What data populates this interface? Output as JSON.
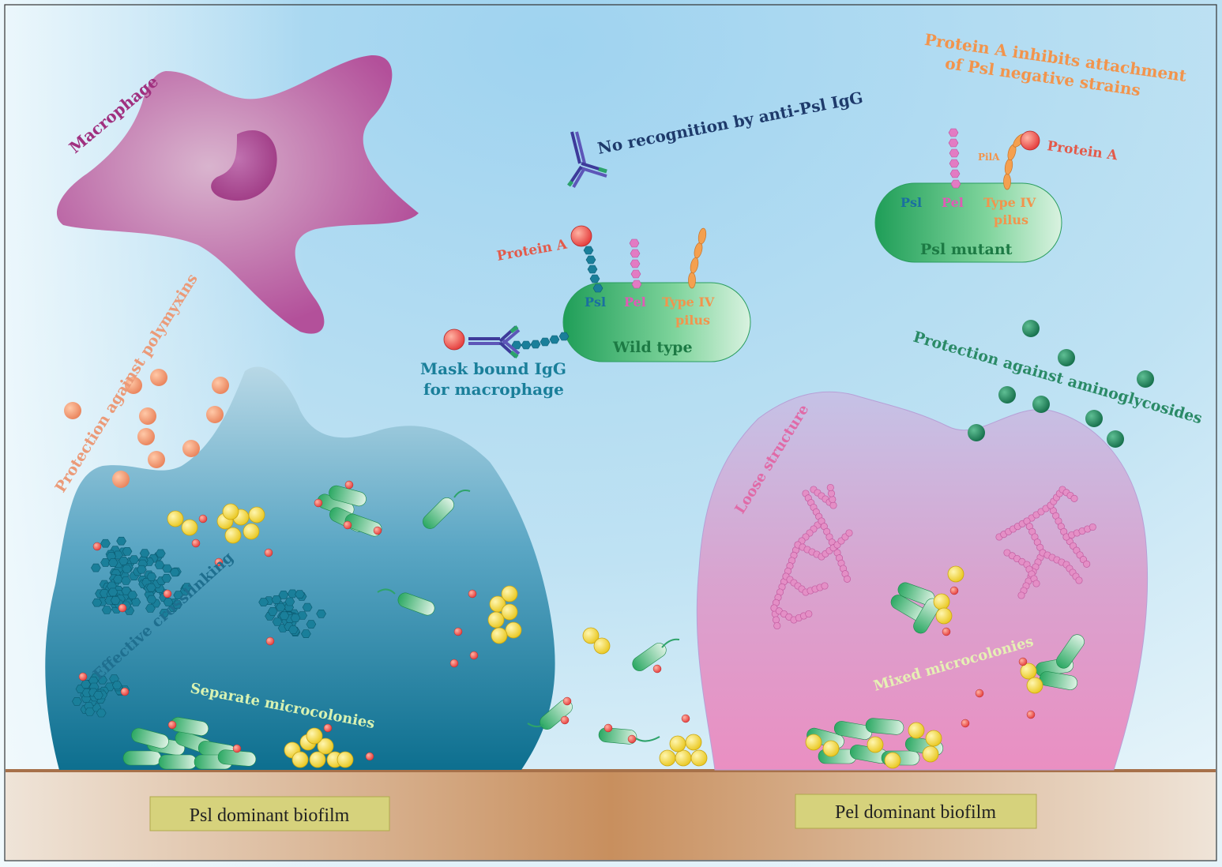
{
  "colors": {
    "background_top": "#a9d6ef",
    "macrophage": "#b9559a",
    "psl_biofilm": "#1e7fa0",
    "pel_biofilm": "#d98cc0",
    "bacteria": "#3dbb6e",
    "cocci": "#f3d43a",
    "red_particle": "#ef4b4b",
    "polymyxin": "#e98a5e",
    "aminoglycoside": "#1f8a5e",
    "substrate": "#c98e5e",
    "label_box": "#d9d57a"
  },
  "labels": {
    "macrophage": "Macrophage",
    "no_recognition": "No recognition by anti-Psl IgG",
    "protein_a_title_line1": "Protein A inhibits attachment",
    "protein_a_title_line2": "of Psl negative strains",
    "protein_a_mutant": "Protein A",
    "pila": "PilA",
    "mutant_psl": "Psl",
    "mutant_pel": "Pel",
    "mutant_type4_line1": "Type IV",
    "mutant_type4_line2": "pilus",
    "psl_mutant": "Psl mutant",
    "protein_a_wild": "Protein A",
    "wild_psl": "Psl",
    "wild_pel": "Pel",
    "wild_type4_line1": "Type IV",
    "wild_type4_line2": "pilus",
    "wild_type": "Wild type",
    "mask_line1": "Mask bound IgG",
    "mask_line2": "for macrophage",
    "polymyxins": "Protection against polymyxins",
    "aminoglycosides": "Protection against aminoglycosides",
    "effective_crosslinking": "Effective crosslinking",
    "separate_microcolonies": "Separate microcolonies",
    "loose_structure": "Loose structure",
    "mixed_microcolonies": "Mixed microcolonies",
    "psl_biofilm": "Psl dominant biofilm",
    "pel_biofilm": "Pel dominant biofilm"
  },
  "icons": [
    "macrophage-cell",
    "antibody-icon",
    "bacterium-rod",
    "coccus-cluster",
    "polysaccharide-chain"
  ]
}
